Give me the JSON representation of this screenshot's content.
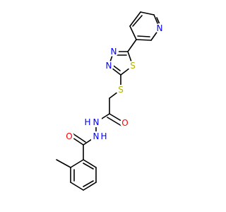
{
  "colors": {
    "bond": "#000000",
    "N": "#0000ff",
    "O": "#ff0000",
    "S": "#b2b200",
    "background": "#ffffff"
  },
  "atoms": [
    {
      "id": "n_pyr",
      "symbol": "N"
    },
    {
      "id": "n_thd1",
      "symbol": "N"
    },
    {
      "id": "n_thd2",
      "symbol": "N"
    },
    {
      "id": "s_ring",
      "symbol": "S"
    },
    {
      "id": "s_link",
      "symbol": "S"
    },
    {
      "id": "o_amide1",
      "symbol": "O"
    },
    {
      "id": "nh_1",
      "symbol": "N",
      "h_text": "H"
    },
    {
      "id": "nh_2",
      "symbol": "N",
      "h_text": "H"
    },
    {
      "id": "o_amide2",
      "symbol": "O"
    }
  ]
}
